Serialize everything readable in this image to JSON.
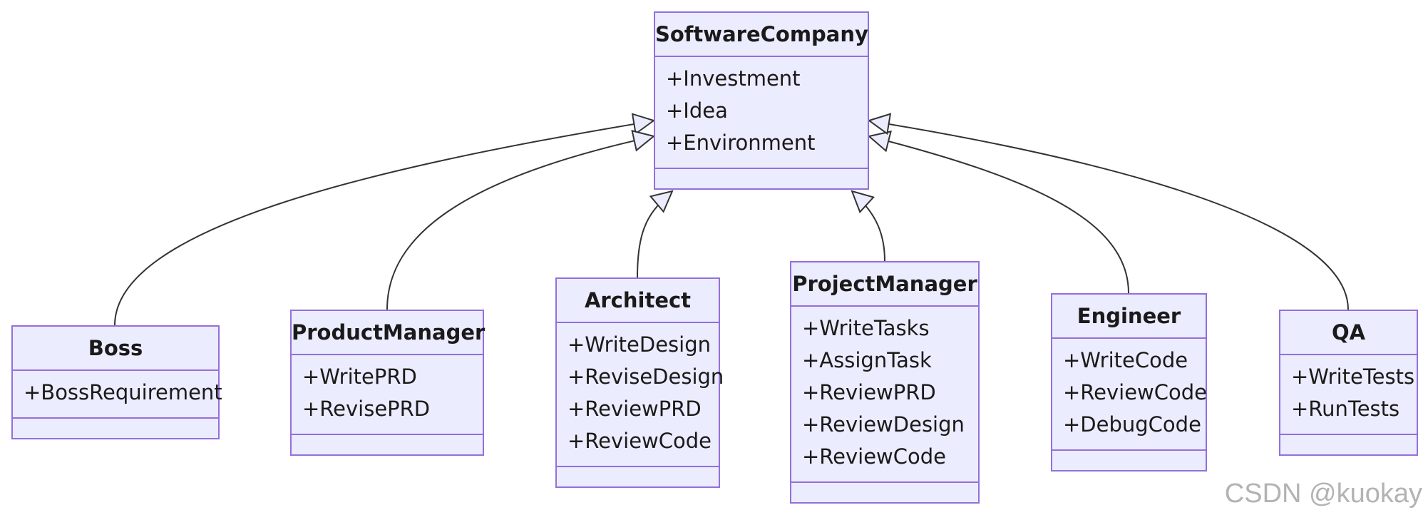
{
  "parent": {
    "name": "SoftwareCompany",
    "attributes": [
      "+Investment",
      "+Idea",
      "+Environment"
    ]
  },
  "children": [
    {
      "name": "Boss",
      "attributes": [
        "+BossRequirement"
      ]
    },
    {
      "name": "ProductManager",
      "attributes": [
        "+WritePRD",
        "+RevisePRD"
      ]
    },
    {
      "name": "Architect",
      "attributes": [
        "+WriteDesign",
        "+ReviseDesign",
        "+ReviewPRD",
        "+ReviewCode"
      ]
    },
    {
      "name": "ProjectManager",
      "attributes": [
        "+WriteTasks",
        "+AssignTask",
        "+ReviewPRD",
        "+ReviewDesign",
        "+ReviewCode"
      ]
    },
    {
      "name": "Engineer",
      "attributes": [
        "+WriteCode",
        "+ReviewCode",
        "+DebugCode"
      ]
    },
    {
      "name": "QA",
      "attributes": [
        "+WriteTests",
        "+RunTests"
      ]
    }
  ],
  "relationship": "inheritance",
  "watermark": "CSDN @kuokay",
  "colors": {
    "box_fill": "#ececff",
    "box_border": "#9370db",
    "edge": "#333333",
    "text": "#1a1a1a",
    "watermark": "#b3b3b3"
  }
}
